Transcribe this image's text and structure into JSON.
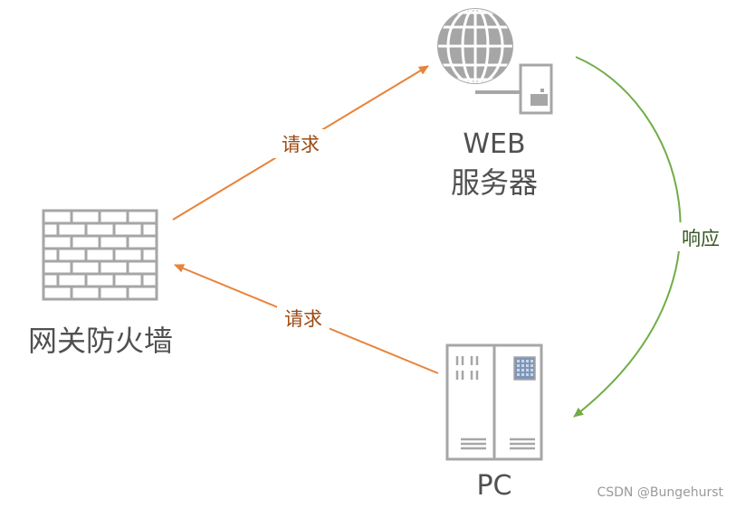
{
  "nodes": {
    "web_server": {
      "line1": "WEB",
      "line2": "服务器"
    },
    "firewall": {
      "label": "网关防火墙"
    },
    "pc": {
      "label": "PC"
    }
  },
  "edges": {
    "firewall_to_server": {
      "label": "请求",
      "color": "#E8833A"
    },
    "pc_to_firewall": {
      "label": "请求",
      "color": "#E8833A"
    },
    "server_to_pc": {
      "label": "响应",
      "color": "#70AD47"
    }
  },
  "edge_label_colors": {
    "request": "#9C4A12",
    "response": "#375623"
  },
  "icon_color": "#A6A6A6",
  "watermark": "CSDN @Bungehurst"
}
